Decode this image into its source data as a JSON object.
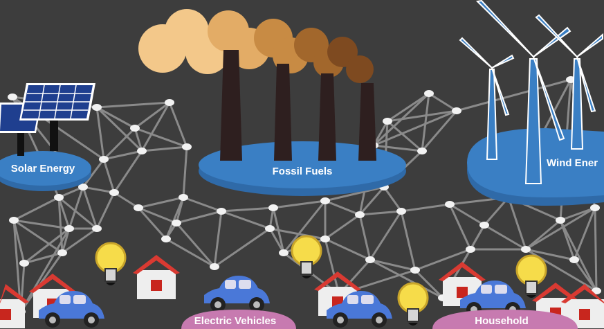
{
  "labels": {
    "solar": "Solar Energy",
    "fossil": "Fossil Fuels",
    "wind": "Wind Ener",
    "ev": "Electric Vehicles",
    "household": "Household"
  },
  "colors": {
    "background": "#3d3d3d",
    "platform_blue": "#3a7fc4",
    "platform_pink": "#c77ab0",
    "network_line": "#8a8a8a",
    "node": "#f2f2f2",
    "chimney": "#2e1f1f",
    "bulb": "#f6dc4a",
    "house_roof": "#d93a32",
    "car": "#4a78d8"
  },
  "icons": [
    "solar-panel-icon",
    "smokestack-icon",
    "wind-turbine-icon",
    "house-icon",
    "car-icon",
    "light-bulb-icon"
  ]
}
